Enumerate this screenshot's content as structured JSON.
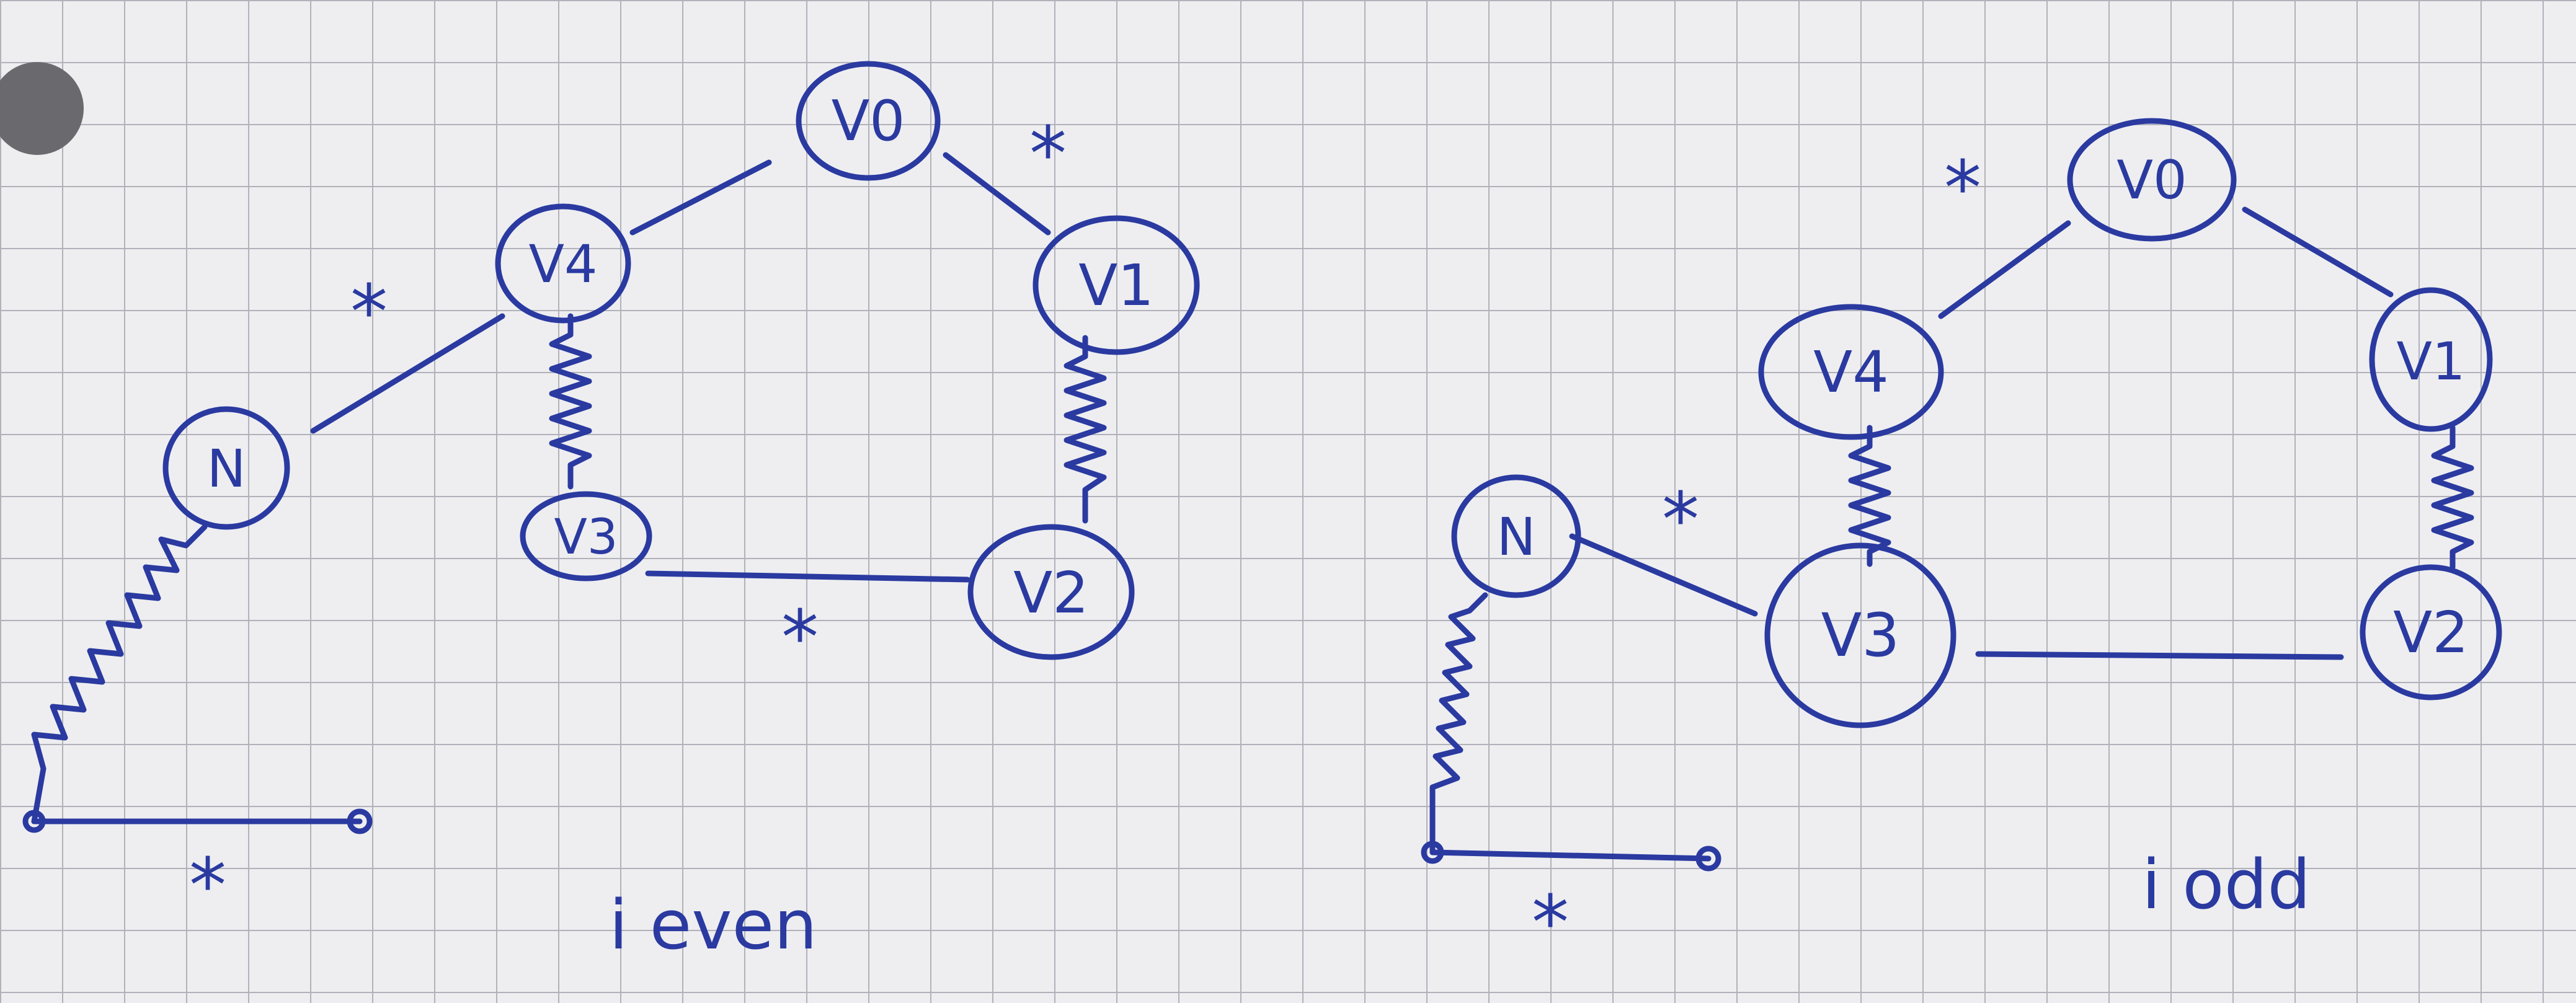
{
  "colors": {
    "paper": "#eeeef1",
    "grid": "#9c9ca8",
    "ink": "#2a3aa0",
    "hole": "#6a6a6e"
  },
  "left": {
    "caption": "i even",
    "nodes": {
      "v0": "V0",
      "v1": "V1",
      "v2": "V2",
      "v3": "V3",
      "v4": "V4",
      "n": "N"
    },
    "marks": "*"
  },
  "right": {
    "caption": "i odd",
    "nodes": {
      "v0": "V0",
      "v1": "V1",
      "v2": "V2",
      "v3": "V3",
      "v4": "V4",
      "n": "N"
    },
    "marks": "*"
  }
}
